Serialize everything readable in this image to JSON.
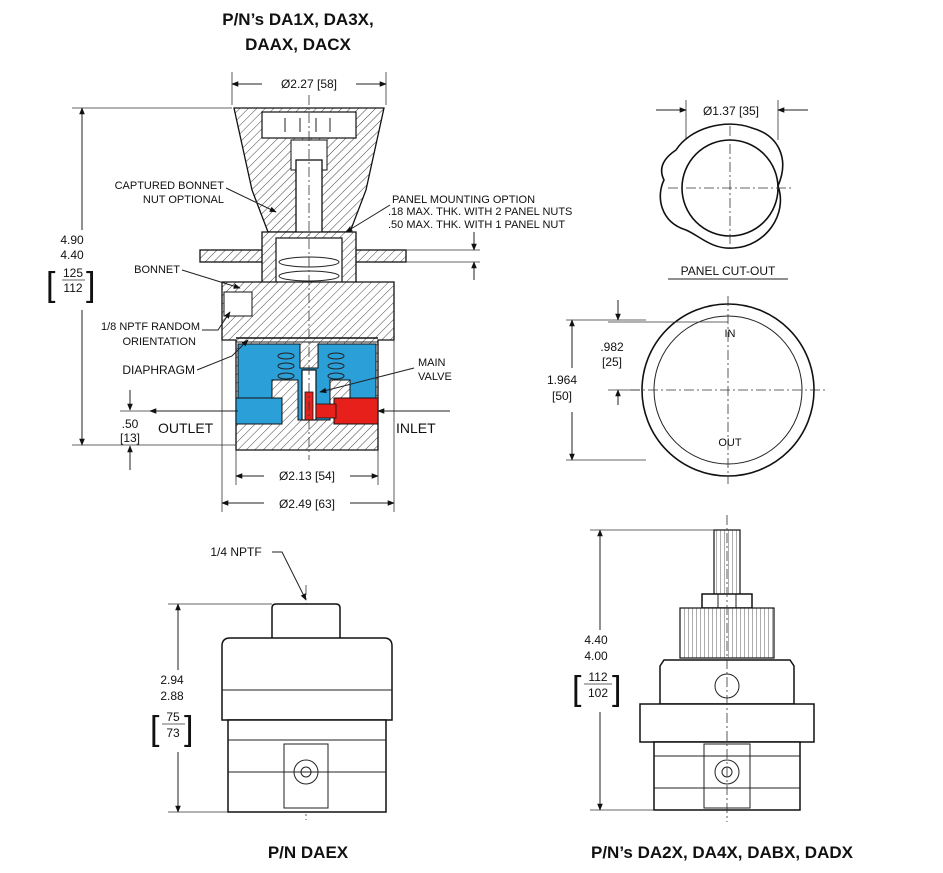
{
  "top_title": {
    "line1": "P/N’s DA1X, DA3X,",
    "line2": "DAAX, DACX"
  },
  "section": {
    "dim_top": "Ø2.27 [58]",
    "height_a": "4.90",
    "height_b": "4.40",
    "height_mm_a": "125",
    "height_mm_b": "112",
    "captured_bonnet_1": "CAPTURED BONNET",
    "captured_bonnet_2": "NUT OPTIONAL",
    "panel_mount_1": "PANEL MOUNTING OPTION",
    "panel_mount_2": ".18 MAX. THK. WITH 2 PANEL NUTS",
    "panel_mount_3": ".50 MAX. THK. WITH 1 PANEL NUT",
    "bonnet": "BONNET",
    "nptf_1": "1/8 NPTF RANDOM",
    "nptf_2": "ORIENTATION",
    "diaphragm": "DIAPHRAGM",
    "main_valve_1": "MAIN",
    "main_valve_2": "VALVE",
    "outlet": "OUTLET",
    "inlet": "INLET",
    "port_dim_a": ".50",
    "port_dim_b": "[13]",
    "dim_inner": "Ø2.13 [54]",
    "dim_outer": "Ø2.49 [63]",
    "colors": {
      "outlet_blue": "#2a9fd8",
      "inlet_red": "#e8201c"
    }
  },
  "cutout": {
    "dim": "Ø1.37 [35]",
    "caption": "PANEL CUT-OUT"
  },
  "topview": {
    "dim_a": ".982",
    "dim_b": "[25]",
    "dim_c": "1.964",
    "dim_d": "[50]",
    "mark_in": "IN",
    "mark_out": "OUT"
  },
  "daex": {
    "port": "1/4 NPTF",
    "h_a": "2.94",
    "h_b": "2.88",
    "h_mm_a": "75",
    "h_mm_b": "73",
    "caption": "P/N DAEX"
  },
  "da2x": {
    "h_a": "4.40",
    "h_b": "4.00",
    "h_mm_a": "112",
    "h_mm_b": "102",
    "caption": "P/N’s DA2X, DA4X, DABX, DADX"
  }
}
